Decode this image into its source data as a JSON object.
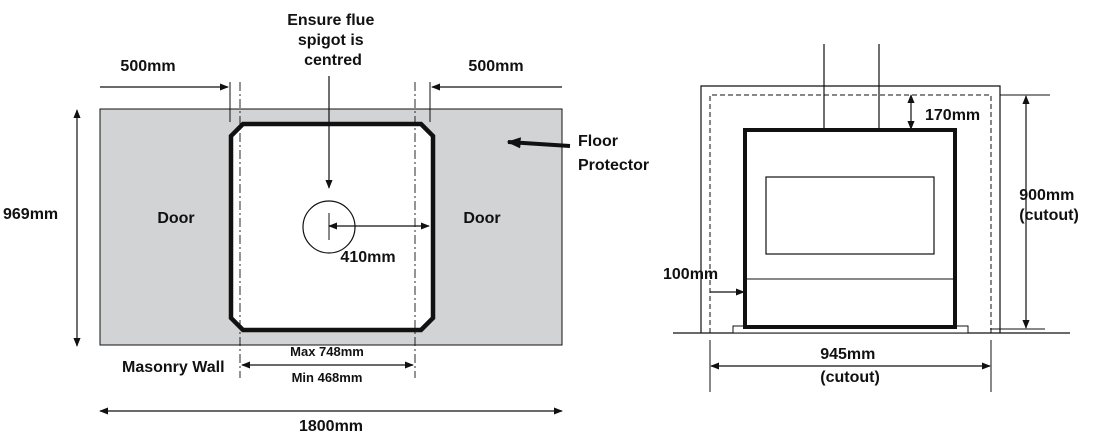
{
  "plan_view": {
    "flue_note": [
      "Ensure flue",
      "spigot is",
      "centred"
    ],
    "left_clearance": "500mm",
    "right_clearance": "500mm",
    "floor_protector": [
      "Floor",
      "Protector"
    ],
    "depth": "969mm",
    "left_door": "Door",
    "right_door": "Door",
    "flue_offset": "410mm",
    "masonry_wall": "Masonry Wall",
    "max_width": "Max 748mm",
    "min_width": "Min 468mm",
    "total_width": "1800mm"
  },
  "front_view": {
    "top_clearance": "170mm",
    "cutout_height": [
      "900mm",
      "(cutout)"
    ],
    "side_clearance": "100mm",
    "cutout_width": [
      "945mm",
      "(cutout)"
    ]
  },
  "colors": {
    "floor_protector_fill": "#d2d3d5",
    "line": "#111111"
  }
}
